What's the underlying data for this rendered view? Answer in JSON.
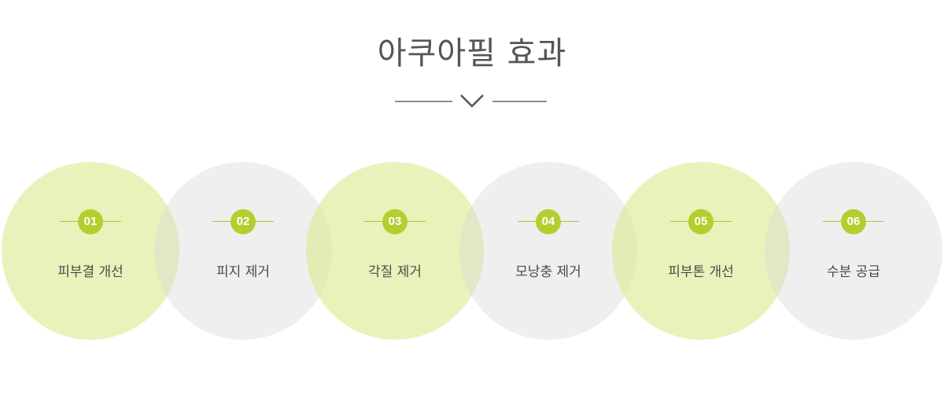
{
  "title": "아쿠아필 효과",
  "colors": {
    "accent": "#b3cf2f",
    "circle_green": "#dae98c",
    "circle_gray": "#d7d7d7",
    "title_text": "#555555"
  },
  "divider": {
    "icon": "chevron-down-icon"
  },
  "effects": [
    {
      "number": "01",
      "label": "피부결 개선",
      "color": "green"
    },
    {
      "number": "02",
      "label": "피지 제거",
      "color": "gray"
    },
    {
      "number": "03",
      "label": "각질 제거",
      "color": "green"
    },
    {
      "number": "04",
      "label": "모낭충 제거",
      "color": "gray"
    },
    {
      "number": "05",
      "label": "피부톤 개선",
      "color": "green"
    },
    {
      "number": "06",
      "label": "수분 공급",
      "color": "gray"
    }
  ]
}
